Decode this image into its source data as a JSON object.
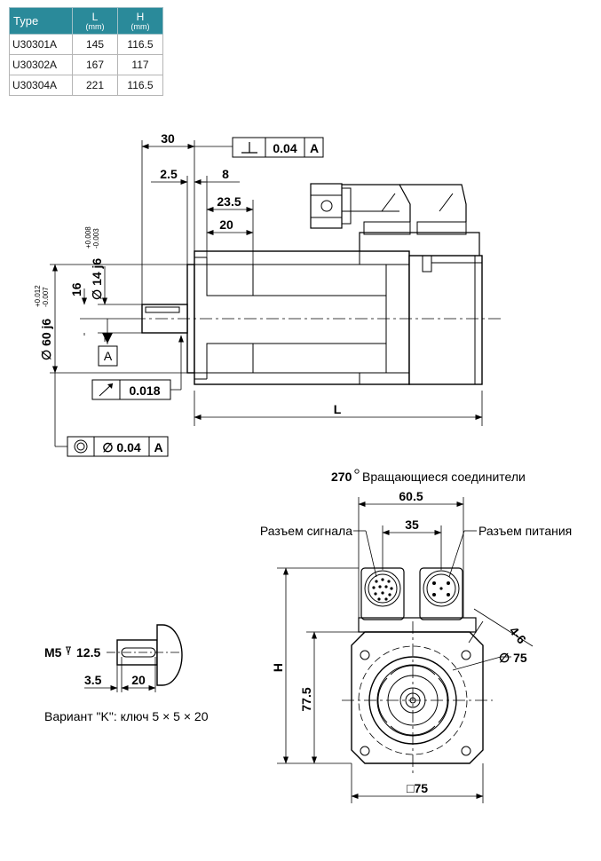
{
  "table": {
    "headers": {
      "type": "Type",
      "l": "L",
      "h": "H",
      "unit": "(mm)"
    },
    "rows": [
      {
        "type": "U30301A",
        "l": "145",
        "h": "116.5"
      },
      {
        "type": "U30302A",
        "l": "167",
        "h": "117"
      },
      {
        "type": "U30304A",
        "l": "221",
        "h": "116.5"
      }
    ]
  },
  "side_view": {
    "dim_30": "30",
    "dim_2_5": "2.5",
    "dim_8": "8",
    "dim_23_5": "23.5",
    "dim_20": "20",
    "dim_16": "16",
    "shaft_dia": "∅ 14 j6",
    "shaft_tol_upper": "+0.008",
    "shaft_tol_lower": "-0.003",
    "pilot_dia": "∅ 60 j6",
    "pilot_tol_upper": "+0.012",
    "pilot_tol_lower": "-0.007",
    "datum": "A",
    "perp_value": "0.04",
    "perp_datum": "A",
    "runout_value": "0.018",
    "conc_value": "∅ 0.04",
    "conc_datum": "A",
    "dim_L": "L"
  },
  "front_view": {
    "rotation_value": "270",
    "rotation_label": "Вращающиеся соединители",
    "dim_60_5": "60.5",
    "dim_35": "35",
    "signal_label": "Разъем сигнала",
    "power_label": "Разъем питания",
    "dim_4_6": "4-6",
    "bolt_circle": "∅ 75",
    "dim_H": "H",
    "dim_77_5": "77.5",
    "square": "□75"
  },
  "key_variant": {
    "thread": "M5",
    "thread_depth": "12.5",
    "dim_3_5": "3.5",
    "dim_20": "20",
    "caption": "Вариант \"K\": ключ 5 × 5 × 20"
  }
}
